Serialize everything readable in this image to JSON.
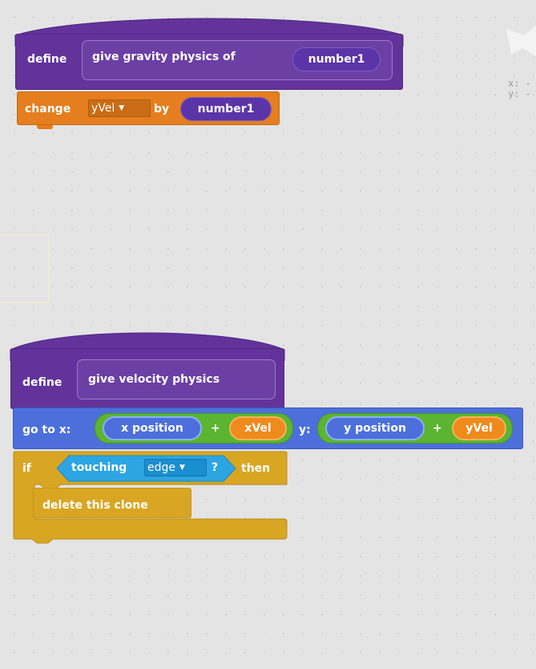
{
  "stage_coords": {
    "x_label": "x: -",
    "y_label": "y: -"
  },
  "script1": {
    "define_label": "define",
    "proc_label": "give gravity physics of",
    "param": "number1",
    "change_label": "change",
    "change_var": "yVel",
    "by_label": "by",
    "change_value": "number1"
  },
  "script2": {
    "define_label": "define",
    "proc_label": "give velocity physics",
    "goto_label": "go to x:",
    "x_left": "x position",
    "plus1": "+",
    "x_right": "xVel",
    "y_label": "y:",
    "y_left": "y position",
    "plus2": "+",
    "y_right": "yVel",
    "if_label": "if",
    "touching_label": "touching",
    "touching_target": "edge",
    "question": "?",
    "then_label": "then",
    "delete_label": "delete this clone"
  },
  "colors": {
    "define": "#63339b",
    "variables": "#e47e1e",
    "motion": "#4d6fdc",
    "control": "#d8a623",
    "operators": "#5bb531",
    "sensing": "#2ca5e2"
  }
}
